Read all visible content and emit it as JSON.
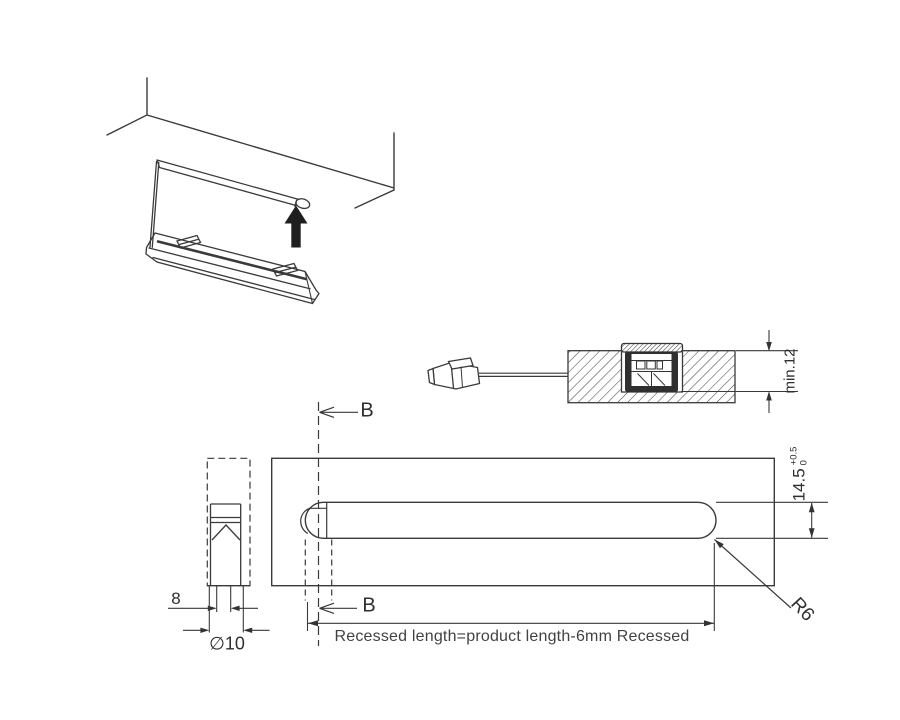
{
  "drawing": {
    "labels": {
      "section_b": "B",
      "profile_width": "8",
      "hole_diameter": "∅10",
      "slot_width": "14.5",
      "slot_width_tol_upper": "+0.5",
      "slot_width_tol_lower": "0",
      "min_recess_depth": "min.12",
      "corner_radius": "R6",
      "recessed_length_note": "Recessed length=product length-6mm Recessed"
    },
    "colors": {
      "line": "#3a3a3a",
      "text": "#333333",
      "arrow_fill": "#1f1f1f",
      "background": "#ffffff"
    }
  }
}
